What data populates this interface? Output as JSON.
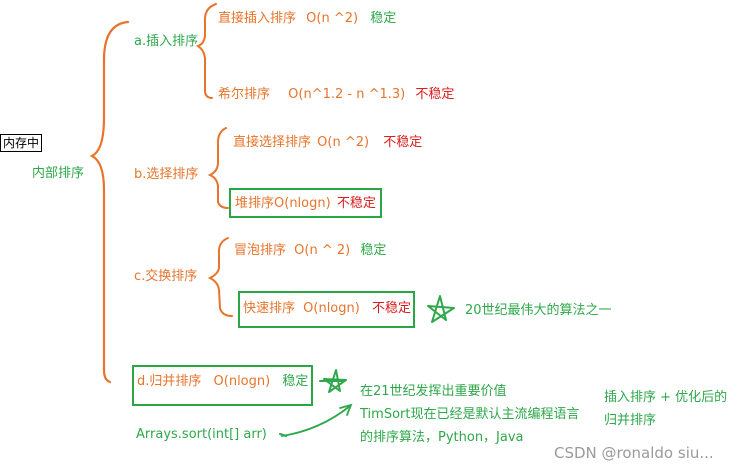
{
  "root": {
    "label": "内存中",
    "sublabel": "内部排序"
  },
  "groups": [
    {
      "label": "a.插入排序",
      "items": [
        {
          "name": "直接插入排序",
          "complexity": "O(n ^2)",
          "stability": "稳定"
        },
        {
          "name": "希尔排序",
          "complexity": "O(n^1.2 - n ^1.3)",
          "stability": "不稳定"
        }
      ]
    },
    {
      "label": "b.选择排序",
      "items": [
        {
          "name": "直接选择排序",
          "complexity": "O(n ^2)",
          "stability": "不稳定"
        },
        {
          "name": "堆排序",
          "complexity": "O(nlogn)",
          "stability": "不稳定"
        }
      ]
    },
    {
      "label": "c.交换排序",
      "items": [
        {
          "name": "冒泡排序",
          "complexity": "O(n ^ 2)",
          "stability": "稳定"
        },
        {
          "name": "快速排序",
          "complexity": "O(nlogn)",
          "stability": "不稳定"
        }
      ]
    },
    {
      "label": "d.归并排序",
      "complexity": "O(nlogn)",
      "stability": "稳定"
    }
  ],
  "annotations": {
    "quick_note": "20世纪最伟大的算法之一",
    "merge_note_lines": [
      "在21世纪发挥出重要价值",
      "TimSort现在已经是默认主流编程语言",
      "的排序算法，Python，Java"
    ],
    "timsort_note_lines": [
      "插入排序 + 优化后的",
      "归并排序"
    ],
    "arrays_sort": "Arrays.sort(int[] arr)"
  },
  "watermark": "CSDN @ronaldo siu...",
  "colors": {
    "orange": "#e8742c",
    "red": "#d81e1e",
    "green": "#2ea84a",
    "box": "#2aa646"
  }
}
